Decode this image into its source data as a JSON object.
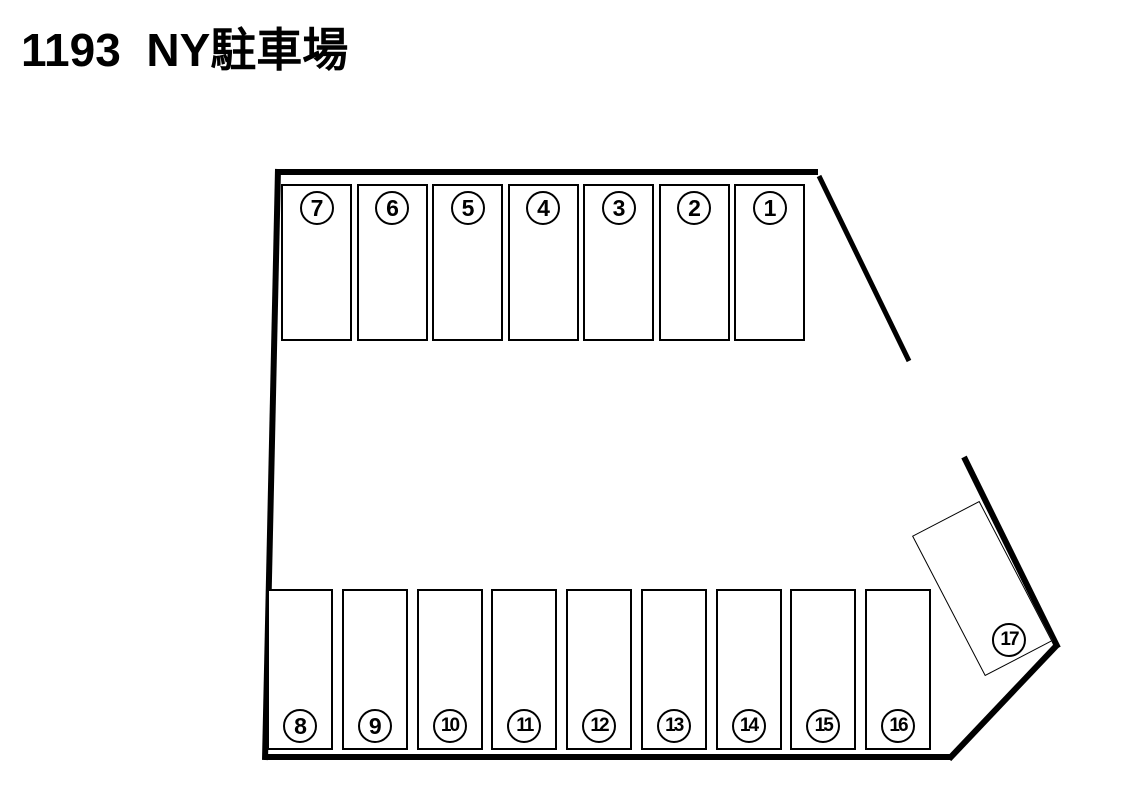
{
  "title": "1193  NY駐車場",
  "colors": {
    "line": "#000000",
    "background": "#ffffff"
  },
  "lot": {
    "name": "NY駐車場",
    "number": "1193",
    "top_row": [
      {
        "id": "7",
        "label": "7"
      },
      {
        "id": "6",
        "label": "6"
      },
      {
        "id": "5",
        "label": "5"
      },
      {
        "id": "4",
        "label": "4"
      },
      {
        "id": "3",
        "label": "3"
      },
      {
        "id": "2",
        "label": "2"
      },
      {
        "id": "1",
        "label": "1"
      }
    ],
    "bottom_row": [
      {
        "id": "8",
        "label": "8"
      },
      {
        "id": "9",
        "label": "9"
      },
      {
        "id": "10",
        "label": "10"
      },
      {
        "id": "11",
        "label": "11"
      },
      {
        "id": "12",
        "label": "12"
      },
      {
        "id": "13",
        "label": "13"
      },
      {
        "id": "14",
        "label": "14"
      },
      {
        "id": "15",
        "label": "15"
      },
      {
        "id": "16",
        "label": "16"
      }
    ],
    "angled_space": {
      "id": "17",
      "label": "17"
    }
  }
}
